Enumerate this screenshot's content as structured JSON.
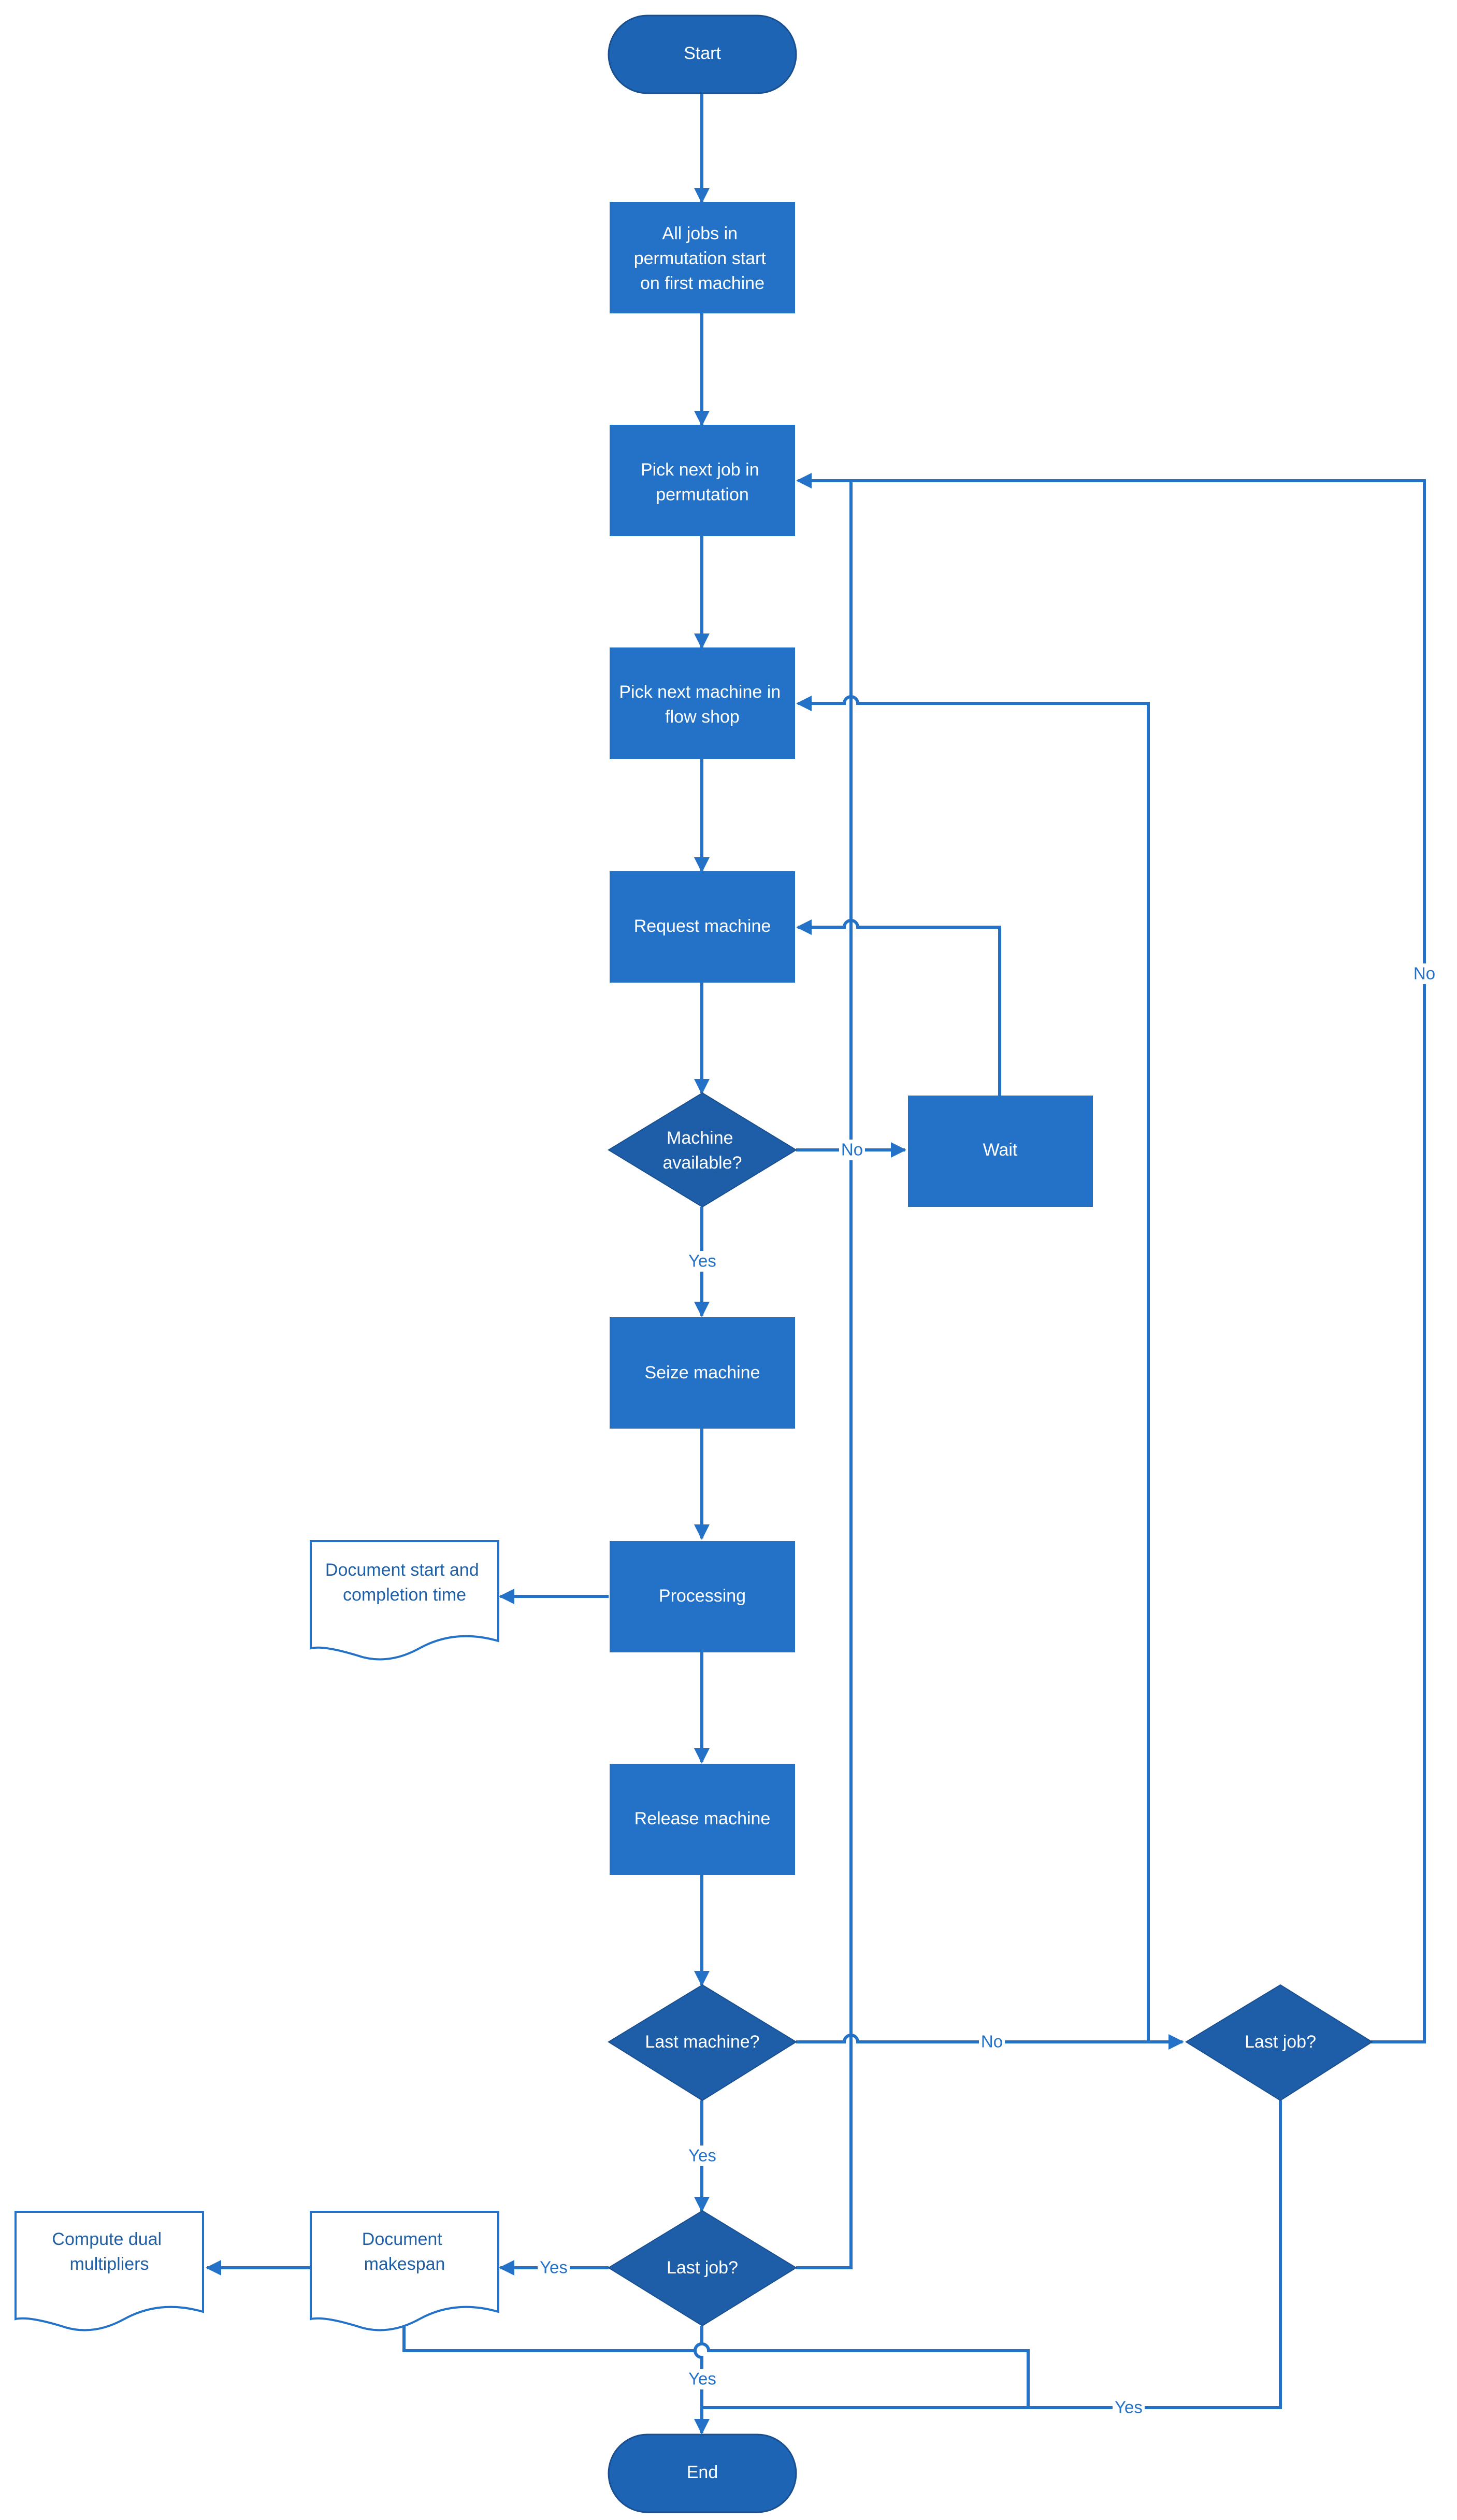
{
  "diagram": {
    "colors": {
      "process_fill": "#2472c8",
      "terminal_fill": "#1e64b4",
      "decision_fill": "#1e5ea8",
      "edge": "#2472c8",
      "document_stroke": "#2472c8",
      "document_text": "#1f5fa6"
    },
    "nodes": {
      "start": {
        "label": "Start"
      },
      "all_jobs": {
        "lines": [
          "All jobs in",
          "permutation start",
          "on first machine"
        ]
      },
      "pick_job": {
        "lines": [
          "Pick next job in",
          "permutation"
        ]
      },
      "pick_machine": {
        "lines": [
          "Pick next machine in",
          "flow shop"
        ]
      },
      "request_machine": {
        "label": "Request machine"
      },
      "machine_available": {
        "lines": [
          "Machine",
          "available?"
        ]
      },
      "wait": {
        "label": "Wait"
      },
      "seize_machine": {
        "label": "Seize machine"
      },
      "doc_start_time": {
        "lines": [
          "Document start and",
          "completion time"
        ]
      },
      "processing": {
        "label": "Processing"
      },
      "release_machine": {
        "label": "Release machine"
      },
      "last_machine": {
        "label": "Last machine?"
      },
      "last_job_right": {
        "label": "Last job?"
      },
      "last_job_center": {
        "label": "Last job?"
      },
      "doc_makespan": {
        "lines": [
          "Document",
          "makespan"
        ]
      },
      "compute_dual": {
        "lines": [
          "Compute dual",
          "multipliers"
        ]
      },
      "end": {
        "label": "End"
      }
    },
    "edge_labels": {
      "machine_available_no": "No",
      "machine_available_yes": "Yes",
      "last_machine_no": "No",
      "last_machine_yes": "Yes",
      "last_job_right_no": "No",
      "last_job_right_yes": "Yes",
      "last_job_center_yes_left": "Yes",
      "last_job_center_yes_down": "Yes"
    }
  }
}
